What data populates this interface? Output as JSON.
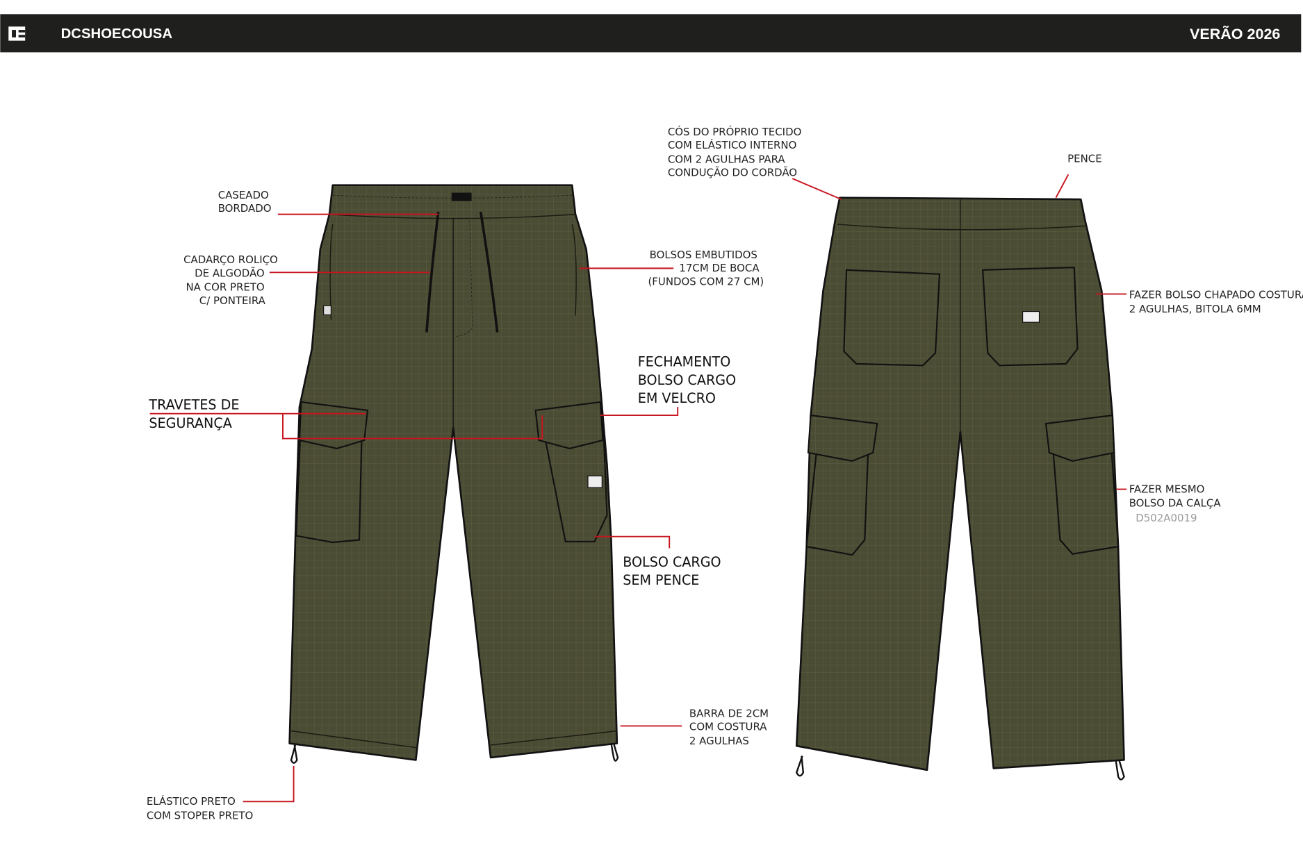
{
  "header": {
    "brand": "DCSHOECOUSA",
    "season": "VERÃO 2026",
    "logo_icon": "dc-logo-icon"
  },
  "colors": {
    "fabric": "#4b4c34",
    "leader": "#c8141e",
    "header_bg": "#1f1f1d"
  },
  "front_callouts": {
    "caseado": [
      "CASEADO",
      "BORDADO"
    ],
    "cadarco": [
      "CADARÇO ROLIÇO",
      "DE ALGODÃO",
      "NA COR PRETO",
      "C/ PONTEIRA"
    ],
    "travetes": [
      "TRAVETES DE",
      "SEGURANÇA"
    ],
    "elastico": [
      "ELÁSTICO PRETO",
      "COM STOPER PRETO"
    ],
    "bolsos_embutidos": [
      "BOLSOS EMBUTIDOS",
      "17CM DE BOCA",
      "(FUNDOS COM 27 CM)"
    ],
    "fechamento": [
      "FECHAMENTO",
      "BOLSO CARGO",
      "EM VELCRO"
    ],
    "bolso_cargo": [
      "BOLSO CARGO",
      "SEM PENCE"
    ],
    "barra": [
      "BARRA DE 2CM",
      "COM COSTURA",
      "2 AGULHAS"
    ]
  },
  "back_callouts": {
    "cos": [
      "CÓS DO PRÓPRIO TECIDO",
      "COM ELÁSTICO INTERNO",
      "COM 2 AGULHAS PARA",
      "CONDUÇÃO DO CORDÃO"
    ],
    "pence": "PENCE",
    "bolso_chapado": [
      "FAZER BOLSO CHAPADO COSTURA",
      "2 AGULHAS, BITOLA 6MM"
    ],
    "mesmo_bolso": [
      "FAZER MESMO",
      "BOLSO DA CALÇA"
    ],
    "ref_code": "D502A0019"
  }
}
